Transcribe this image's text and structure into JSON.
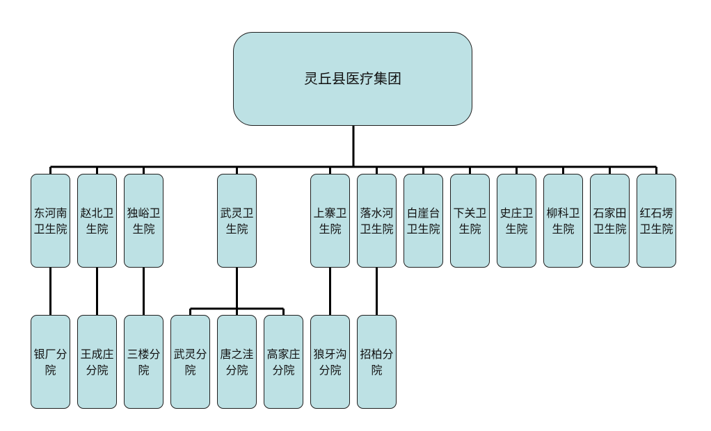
{
  "root": {
    "label": "灵丘县医疗集团"
  },
  "branches": [
    {
      "id": "donghenan",
      "label": "东河南卫生院",
      "children": [
        {
          "id": "yinchang",
          "label": "银厂分院"
        }
      ]
    },
    {
      "id": "zhaobei",
      "label": "赵北卫生院",
      "children": [
        {
          "id": "wangchengzhuang",
          "label": "王成庄分院"
        }
      ]
    },
    {
      "id": "duyu",
      "label": "独峪卫生院",
      "children": [
        {
          "id": "sanlou",
          "label": "三楼分院"
        }
      ]
    },
    {
      "id": "wuling",
      "label": "武灵卫生院",
      "children": [
        {
          "id": "wuling-fen",
          "label": "武灵分院"
        },
        {
          "id": "tangzhiwa",
          "label": "唐之洼分院"
        },
        {
          "id": "gaojiazhuang",
          "label": "高家庄分院"
        }
      ]
    },
    {
      "id": "shangzhai",
      "label": "上寨卫生院",
      "children": [
        {
          "id": "langyagou",
          "label": "狼牙沟分院"
        }
      ]
    },
    {
      "id": "luoshuihe",
      "label": "落水河卫生院",
      "children": [
        {
          "id": "zhaobai",
          "label": "招柏分院"
        }
      ]
    },
    {
      "id": "baiyatai",
      "label": "白崖台卫生院",
      "children": []
    },
    {
      "id": "xiaguan",
      "label": "下关卫生院",
      "children": []
    },
    {
      "id": "shizhuang",
      "label": "史庄卫生院",
      "children": []
    },
    {
      "id": "liuke",
      "label": "柳科卫生院",
      "children": []
    },
    {
      "id": "shijiatian",
      "label": "石家田卫生院",
      "children": []
    },
    {
      "id": "hongshilao",
      "label": "红石塄卫生院",
      "children": []
    }
  ],
  "colors": {
    "node_fill": "#bde1e4",
    "line": "#000000",
    "border": "#1e1e1e"
  }
}
